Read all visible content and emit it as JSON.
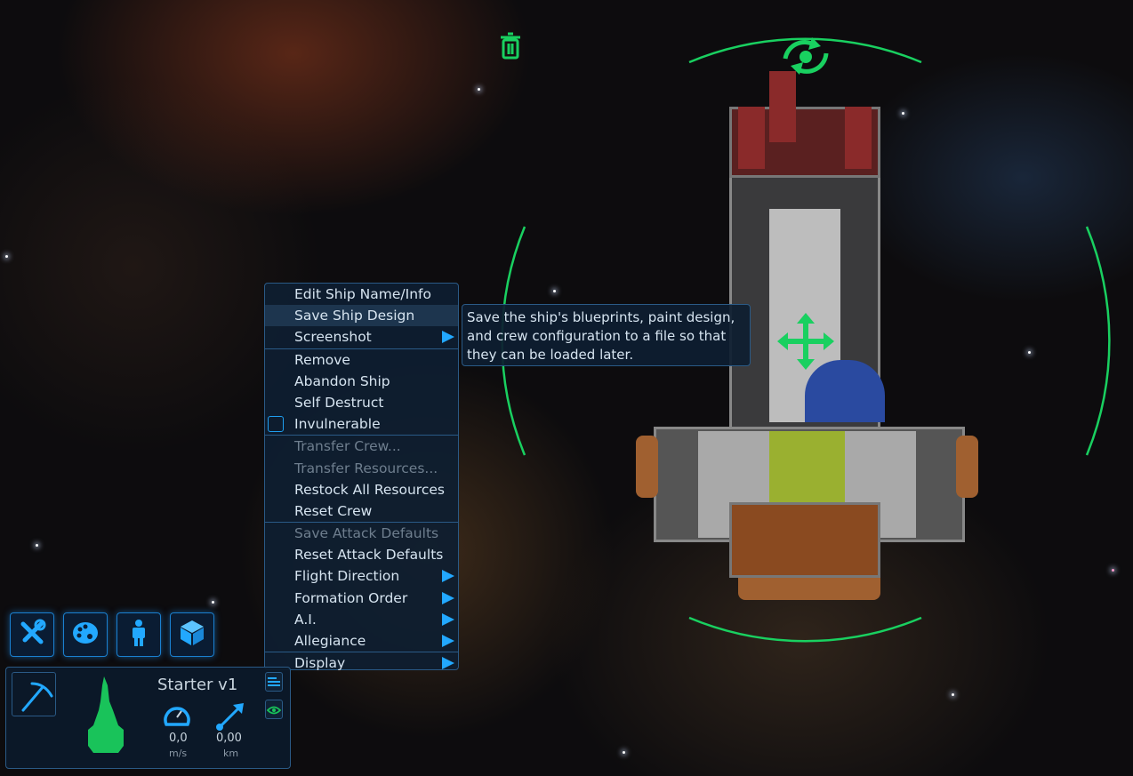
{
  "context_menu": {
    "items": [
      {
        "label": "Edit Ship Name/Info",
        "state": "normal"
      },
      {
        "label": "Save Ship Design",
        "state": "hover"
      },
      {
        "label": "Screenshot",
        "state": "normal",
        "submenu": true
      },
      {
        "sep": true
      },
      {
        "label": "Remove",
        "state": "normal"
      },
      {
        "label": "Abandon Ship",
        "state": "normal"
      },
      {
        "label": "Self Destruct",
        "state": "normal"
      },
      {
        "label": "Invulnerable",
        "state": "normal",
        "checkbox": false
      },
      {
        "sep": true
      },
      {
        "label": "Transfer Crew...",
        "state": "disabled"
      },
      {
        "label": "Transfer Resources...",
        "state": "disabled"
      },
      {
        "label": "Restock All Resources",
        "state": "normal"
      },
      {
        "label": "Reset Crew",
        "state": "normal"
      },
      {
        "sep": true
      },
      {
        "label": "Save Attack Defaults",
        "state": "disabled"
      },
      {
        "label": "Reset Attack Defaults",
        "state": "normal"
      },
      {
        "label": "Flight Direction",
        "state": "normal",
        "submenu": true
      },
      {
        "label": "Formation Order",
        "state": "normal",
        "submenu": true
      },
      {
        "label": "A.I.",
        "state": "normal",
        "submenu": true
      },
      {
        "label": "Allegiance",
        "state": "normal",
        "submenu": true
      },
      {
        "sep": true
      },
      {
        "label": "Display",
        "state": "normal",
        "submenu": true
      }
    ]
  },
  "tooltip": {
    "text": "Save the ship's blueprints, paint design, and crew configuration to a file so that they can be loaded later."
  },
  "toolbar": [
    {
      "icon": "tools-icon"
    },
    {
      "icon": "palette-icon"
    },
    {
      "icon": "crew-icon"
    },
    {
      "icon": "cube-icon"
    }
  ],
  "ship_panel": {
    "name": "Starter v1",
    "speed": "0,0",
    "speed_unit": "m/s",
    "distance": "0,00",
    "distance_unit": "km"
  },
  "colors": {
    "accent": "#22a8ff",
    "green": "#19c35a",
    "panel_border": "#2a5a86"
  }
}
